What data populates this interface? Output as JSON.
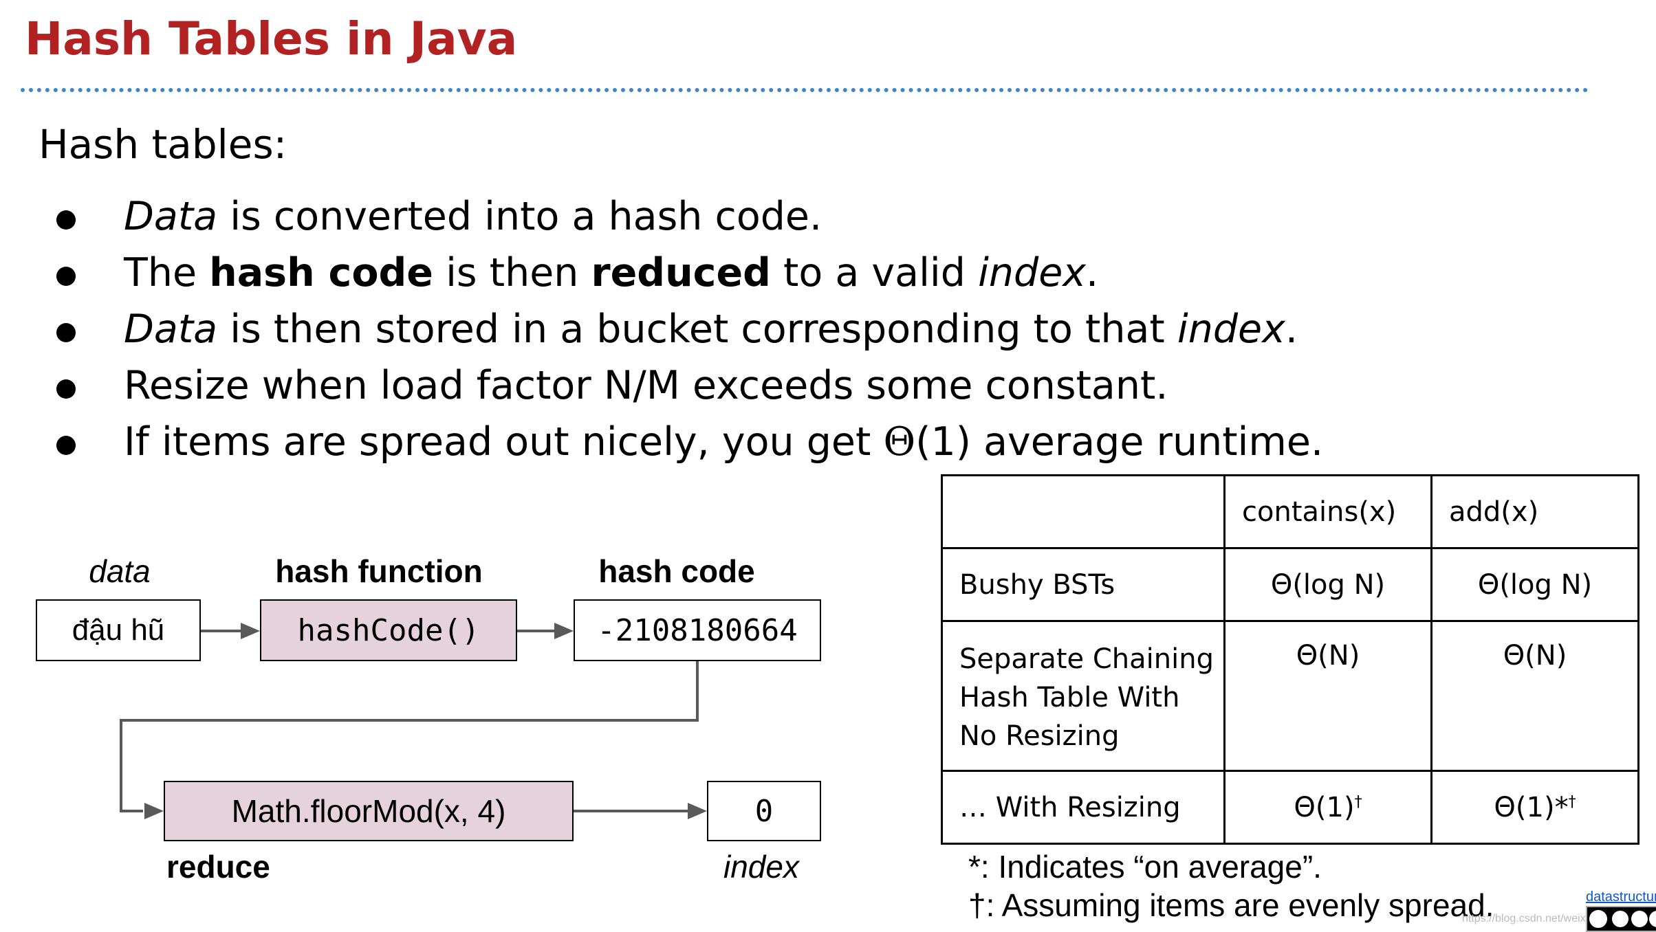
{
  "slide": {
    "title": "Hash Tables in Java",
    "intro": "Hash tables:",
    "bullets": [
      [
        {
          "t": "Data",
          "s": "i"
        },
        {
          "t": " is converted into a hash code.",
          "s": ""
        }
      ],
      [
        {
          "t": "The ",
          "s": ""
        },
        {
          "t": "hash code",
          "s": "b"
        },
        {
          "t": " is then ",
          "s": ""
        },
        {
          "t": "reduced",
          "s": "b"
        },
        {
          "t": " to a valid ",
          "s": ""
        },
        {
          "t": "index",
          "s": "i"
        },
        {
          "t": ".",
          "s": ""
        }
      ],
      [
        {
          "t": "Data",
          "s": "i"
        },
        {
          "t": " is then stored in a bucket corresponding to that ",
          "s": ""
        },
        {
          "t": "index",
          "s": "i"
        },
        {
          "t": ".",
          "s": ""
        }
      ],
      [
        {
          "t": "Resize when load factor N/M exceeds some constant.",
          "s": ""
        }
      ],
      [
        {
          "t": "If items are spread out nicely, you get ",
          "s": ""
        },
        {
          "t": "Θ",
          "s": "sym"
        },
        {
          "t": "(1) average runtime.",
          "s": ""
        }
      ]
    ]
  },
  "diagram": {
    "data_label": "data",
    "data_value": "đậu hũ",
    "hash_function_label": "hash function",
    "hash_function_value": "hashCode()",
    "hash_code_label": "hash code",
    "hash_code_value": "-2108180664",
    "reduce_value": "Math.floorMod(x, 4)",
    "reduce_label": "reduce",
    "index_value": "0",
    "index_label": "index"
  },
  "table": {
    "header": [
      "",
      "contains(x)",
      "add(x)"
    ],
    "rows": [
      {
        "label": "Bushy BSTs",
        "contains": "Θ(log N)",
        "add": "Θ(log N)"
      },
      {
        "label_lines": [
          "Separate Chaining",
          "Hash Table With",
          "No Resizing"
        ],
        "contains": "Θ(N)",
        "add": "Θ(N)"
      },
      {
        "label": "… With Resizing",
        "contains": "Θ(1)",
        "contains_sup": "†",
        "add": "Θ(1)*",
        "add_sup": "†"
      }
    ]
  },
  "footnotes": [
    "*: Indicates “on average”.",
    "†: Assuming items are evenly spread."
  ],
  "footer": {
    "link": "datastructur",
    "watermark": "https://blog.csdn.net/weixi"
  }
}
